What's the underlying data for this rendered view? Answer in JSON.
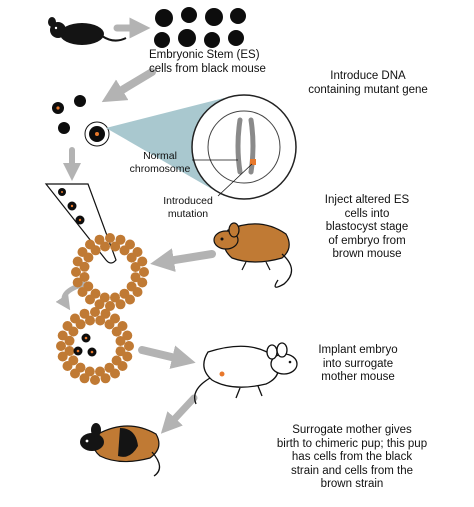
{
  "labels": {
    "es_cells": [
      "Embryonic Stem (ES)",
      "cells from black mouse"
    ],
    "introduce_dna": [
      "Introduce DNA",
      "containing mutant gene"
    ],
    "normal_chromosome": [
      "Normal",
      "chromosome"
    ],
    "introduced_mutation": [
      "Introduced",
      "mutation"
    ],
    "inject": [
      "Inject altered ES",
      "cells into",
      "blastocyst stage",
      "of embryo from",
      "brown mouse"
    ],
    "implant": [
      "Implant embryo",
      "into surrogate",
      "mother mouse"
    ],
    "surrogate": [
      "Surrogate mother gives",
      "birth to chimeric pup; this pup",
      "has cells from the black",
      "strain and cells from the",
      "brown strain"
    ]
  },
  "colors": {
    "black_mouse": "#141414",
    "brown_mouse": "#c07a34",
    "arrow": "#b3b3b3",
    "callout_fill": "#a9c8cf",
    "mutation": "#e8782b",
    "chromosome": "#8a8a8a"
  }
}
